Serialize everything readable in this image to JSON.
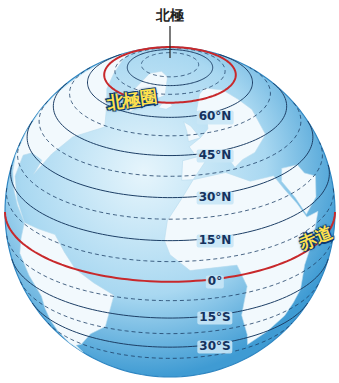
{
  "diagram": {
    "labels": [
      "北極",
      "北極圈",
      "60°N",
      "45°N",
      "30°N",
      "15°N",
      "赤道",
      "0°",
      "15°S",
      "30°S"
    ]
  }
}
